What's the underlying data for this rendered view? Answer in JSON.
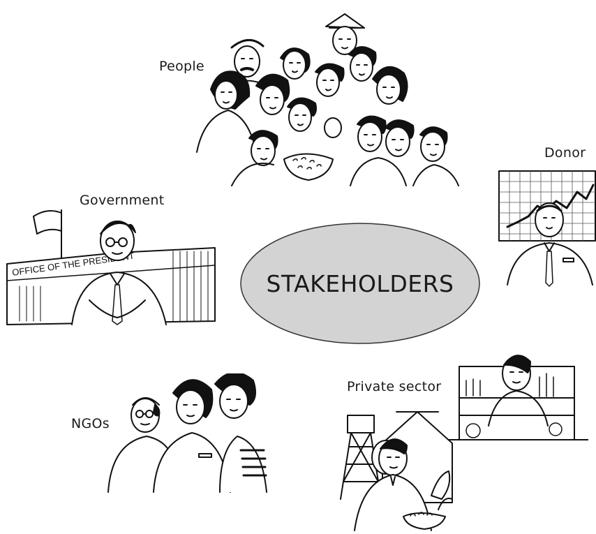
{
  "center": {
    "label": "STAKEHOLDERS",
    "fill_color": "#d3d3d3",
    "stroke_color": "#333333"
  },
  "stakeholders": [
    {
      "label": "People",
      "icon": "crowd-of-people-illustration"
    },
    {
      "label": "Donor",
      "icon": "donor-with-chart-illustration"
    },
    {
      "label": "Government",
      "icon": "government-official-illustration"
    },
    {
      "label": "NGOs",
      "icon": "ngo-workers-illustration"
    },
    {
      "label": "Private sector",
      "icon": "private-sector-illustration"
    }
  ],
  "signage": {
    "office_sign": "OFFICE OF THE PRESIDENT"
  }
}
